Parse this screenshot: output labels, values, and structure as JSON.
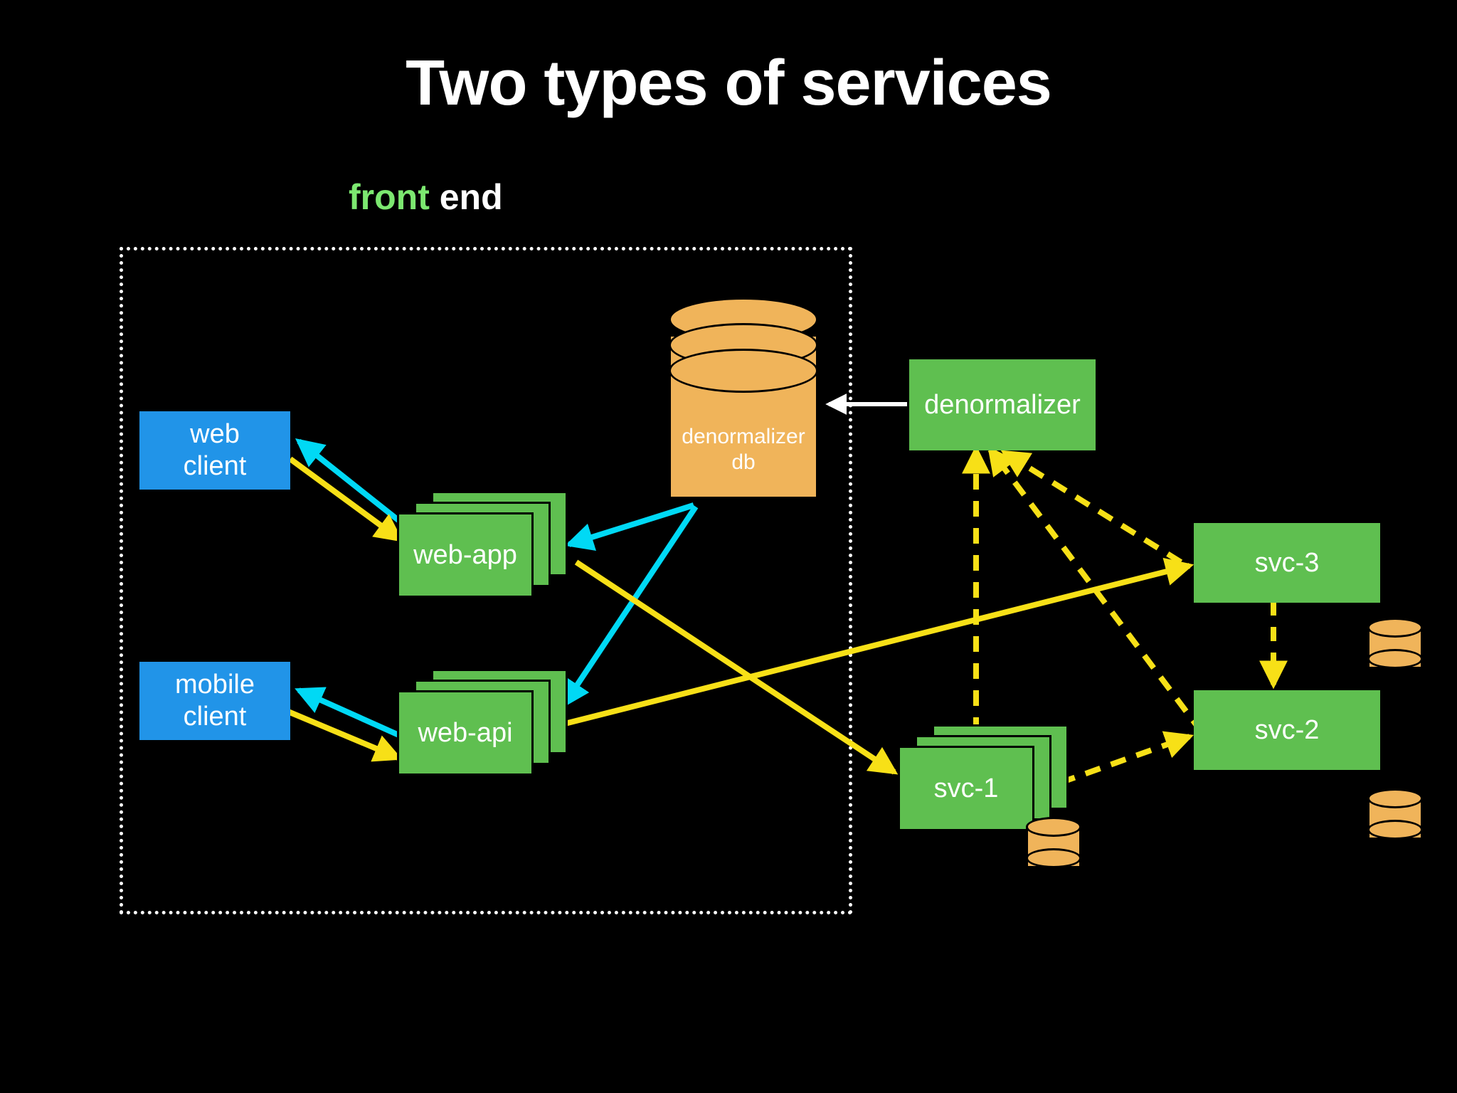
{
  "slide": {
    "title": "Two types of services",
    "subtitle_highlight": "front",
    "subtitle_rest": " end",
    "background_color": "#000000"
  },
  "colors": {
    "highlight_green": "#7CE870",
    "node_green": "#5FBF50",
    "node_blue": "#2194E8",
    "db_orange": "#F0B45A",
    "edge_cyan": "#00D9F5",
    "edge_yellow": "#F7E017",
    "edge_white": "#FFFFFF",
    "boundary_white": "#FFFFFF"
  },
  "boundary": {
    "label": "front end",
    "style": "dotted"
  },
  "nodes": {
    "web_client": {
      "label_line1": "web",
      "label_line2": "client",
      "type": "client",
      "color": "#2194E8"
    },
    "mobile_client": {
      "label_line1": "mobile",
      "label_line2": "client",
      "type": "client",
      "color": "#2194E8"
    },
    "web_app": {
      "label": "web-app",
      "type": "service-stack",
      "instances": 3,
      "color": "#5FBF50"
    },
    "web_api": {
      "label": "web-api",
      "type": "service-stack",
      "instances": 3,
      "color": "#5FBF50"
    },
    "denormalizer": {
      "label": "denormalizer",
      "type": "service",
      "color": "#5FBF50"
    },
    "denormalizer_db": {
      "label_line1": "denormalizer",
      "label_line2": "db",
      "type": "database-stack",
      "color": "#F0B45A"
    },
    "svc_1": {
      "label": "svc-1",
      "type": "service-stack",
      "instances": 3,
      "color": "#5FBF50"
    },
    "svc_2": {
      "label": "svc-2",
      "type": "service",
      "color": "#5FBF50"
    },
    "svc_3": {
      "label": "svc-3",
      "type": "service",
      "color": "#5FBF50"
    },
    "svc_1_db": {
      "label": "",
      "type": "database",
      "color": "#F0B45A"
    },
    "svc_2_db": {
      "label": "",
      "type": "database",
      "color": "#F0B45A"
    },
    "svc_3_db": {
      "label": "",
      "type": "database",
      "color": "#F0B45A"
    }
  },
  "edges": [
    {
      "from": "web_app",
      "to": "web_client",
      "color": "#00D9F5",
      "style": "solid",
      "name": "web-app-to-web-client"
    },
    {
      "from": "web_client",
      "to": "web_app",
      "color": "#F7E017",
      "style": "solid",
      "name": "web-client-to-web-app"
    },
    {
      "from": "web_api",
      "to": "mobile_client",
      "color": "#00D9F5",
      "style": "solid",
      "name": "web-api-to-mobile-client"
    },
    {
      "from": "mobile_client",
      "to": "web_api",
      "color": "#F7E017",
      "style": "solid",
      "name": "mobile-client-to-web-api"
    },
    {
      "from": "denormalizer_db",
      "to": "web_app",
      "color": "#00D9F5",
      "style": "solid",
      "name": "db-to-web-app"
    },
    {
      "from": "denormalizer_db",
      "to": "web_api",
      "color": "#00D9F5",
      "style": "solid",
      "name": "db-to-web-api"
    },
    {
      "from": "denormalizer",
      "to": "denormalizer_db",
      "color": "#FFFFFF",
      "style": "solid",
      "name": "denormalizer-to-db"
    },
    {
      "from": "web_app",
      "to": "svc_1",
      "color": "#F7E017",
      "style": "solid",
      "name": "web-app-to-svc-1"
    },
    {
      "from": "web_api",
      "to": "svc_3",
      "color": "#F7E017",
      "style": "solid",
      "name": "web-api-to-svc-3"
    },
    {
      "from": "svc_1",
      "to": "denormalizer",
      "color": "#F7E017",
      "style": "dashed",
      "name": "svc-1-to-denormalizer"
    },
    {
      "from": "svc_2",
      "to": "denormalizer",
      "color": "#F7E017",
      "style": "dashed",
      "name": "svc-2-to-denormalizer"
    },
    {
      "from": "svc_3",
      "to": "denormalizer",
      "color": "#F7E017",
      "style": "dashed",
      "name": "svc-3-to-denormalizer"
    },
    {
      "from": "svc_1",
      "to": "svc_2",
      "color": "#F7E017",
      "style": "dashed",
      "name": "svc-1-to-svc-2"
    },
    {
      "from": "svc_3",
      "to": "svc_2",
      "color": "#F7E017",
      "style": "dashed",
      "name": "svc-3-to-svc-2"
    }
  ]
}
